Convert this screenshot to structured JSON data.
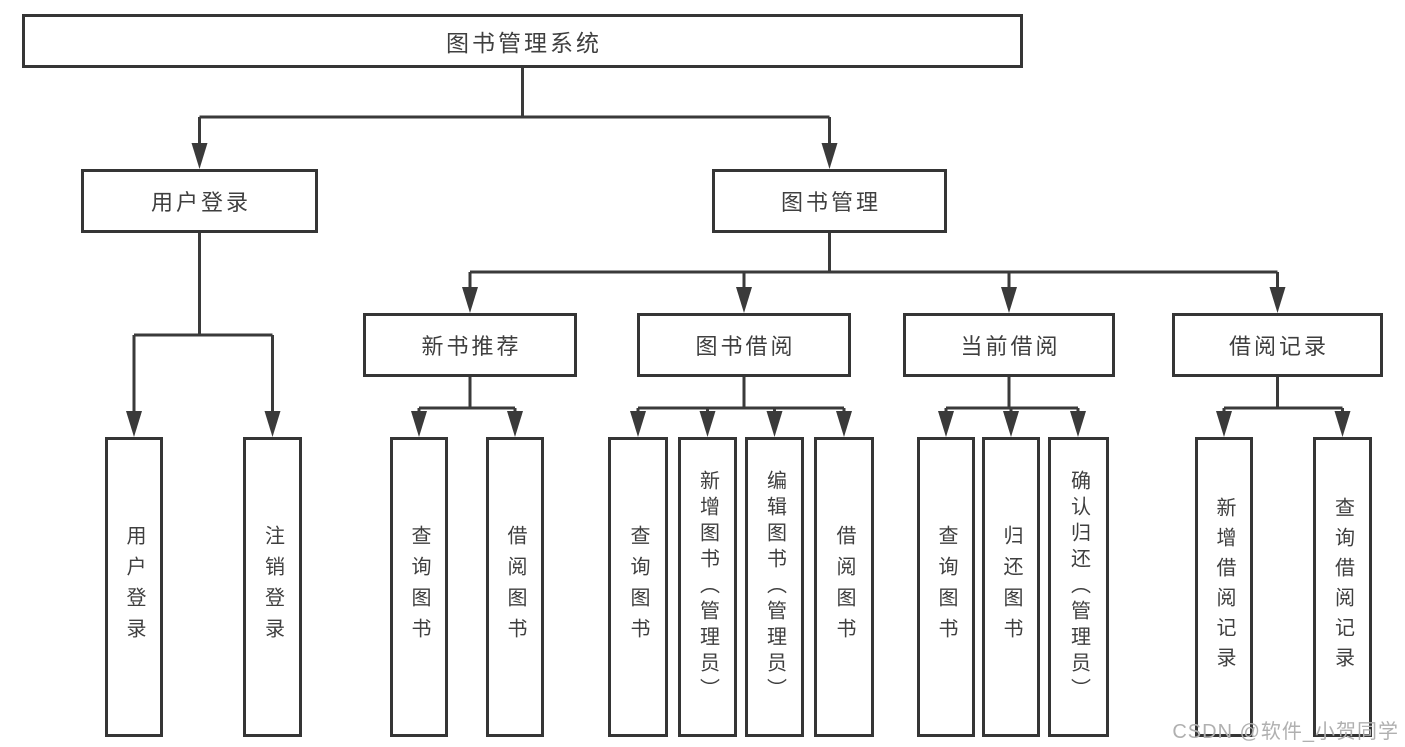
{
  "diagram": {
    "root": {
      "label": "图书管理系统"
    },
    "level2": [
      {
        "label": "用户登录"
      },
      {
        "label": "图书管理"
      }
    ],
    "level3": [
      {
        "label": "新书推荐"
      },
      {
        "label": "图书借阅"
      },
      {
        "label": "当前借阅"
      },
      {
        "label": "借阅记录"
      }
    ],
    "leaves": {
      "user_login": [
        {
          "label": "用户登录"
        },
        {
          "label": "注销登录"
        }
      ],
      "new_book_recommend": [
        {
          "label": "查询图书"
        },
        {
          "label": "借阅图书"
        }
      ],
      "book_borrow": [
        {
          "label": "查询图书"
        },
        {
          "label": "新增图书（管理员）"
        },
        {
          "label": "编辑图书（管理员）"
        },
        {
          "label": "借阅图书"
        }
      ],
      "current_borrow": [
        {
          "label": "查询图书"
        },
        {
          "label": "归还图书"
        },
        {
          "label": "确认归还（管理员）"
        }
      ],
      "borrow_record": [
        {
          "label": "新增借阅记录"
        },
        {
          "label": "查询借阅记录"
        }
      ]
    },
    "colors": {
      "line": "#3a3a3a",
      "text": "#3f3f3f",
      "background": "#ffffff",
      "watermark": "#b0b0b0"
    }
  },
  "watermark": {
    "text": "CSDN @软件_小贺同学"
  }
}
